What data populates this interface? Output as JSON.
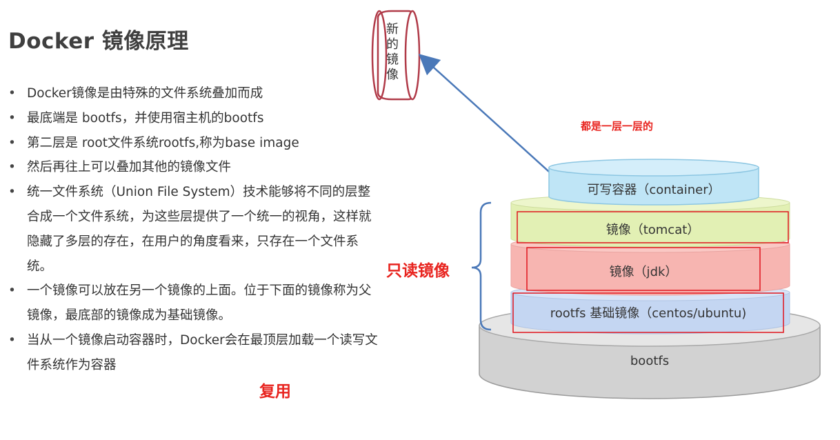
{
  "title": "Docker 镜像原理",
  "bullets": [
    "Docker镜像是由特殊的文件系统叠加而成",
    "最底端是 bootfs，并使用宿主机的bootfs",
    "第二层是 root文件系统rootfs,称为base image",
    "然后再往上可以叠加其他的镜像文件",
    "统一文件系统（Union File System）技术能够将不同的层整合成一个文件系统，为这些层提供了一个统一的视角，这样就隐藏了多层的存在，在用户的角度看来，只存在一个文件系统。",
    "一个镜像可以放在另一个镜像的上面。位于下面的镜像称为父镜像，最底部的镜像成为基础镜像。",
    "当从一个镜像启动容器时，Docker会在最顶层加载一个读写文件系统作为容器"
  ],
  "annotations": {
    "reuse": "复用",
    "readonly_images": "只读镜像",
    "layer_by_layer": "都是一层一层的",
    "new_image_chars": [
      "新",
      "的",
      "镜",
      "像"
    ]
  },
  "layers": {
    "container": "可写容器（container）",
    "tomcat": "镜像（tomcat）",
    "jdk": "镜像（jdk）",
    "rootfs": "rootfs 基础镜像（centos/ubuntu)",
    "bootfs": "bootfs"
  },
  "colors": {
    "container": "#bfe4f5",
    "tomcat": "#e3f0b8",
    "jdk": "#f6b8b4",
    "rootfs": "#c8d8f2",
    "bootfs": "#d4d4d4",
    "highlight_box": "#e0141c",
    "arrow": "#4a78b8",
    "accent_red": "#e8241f"
  }
}
